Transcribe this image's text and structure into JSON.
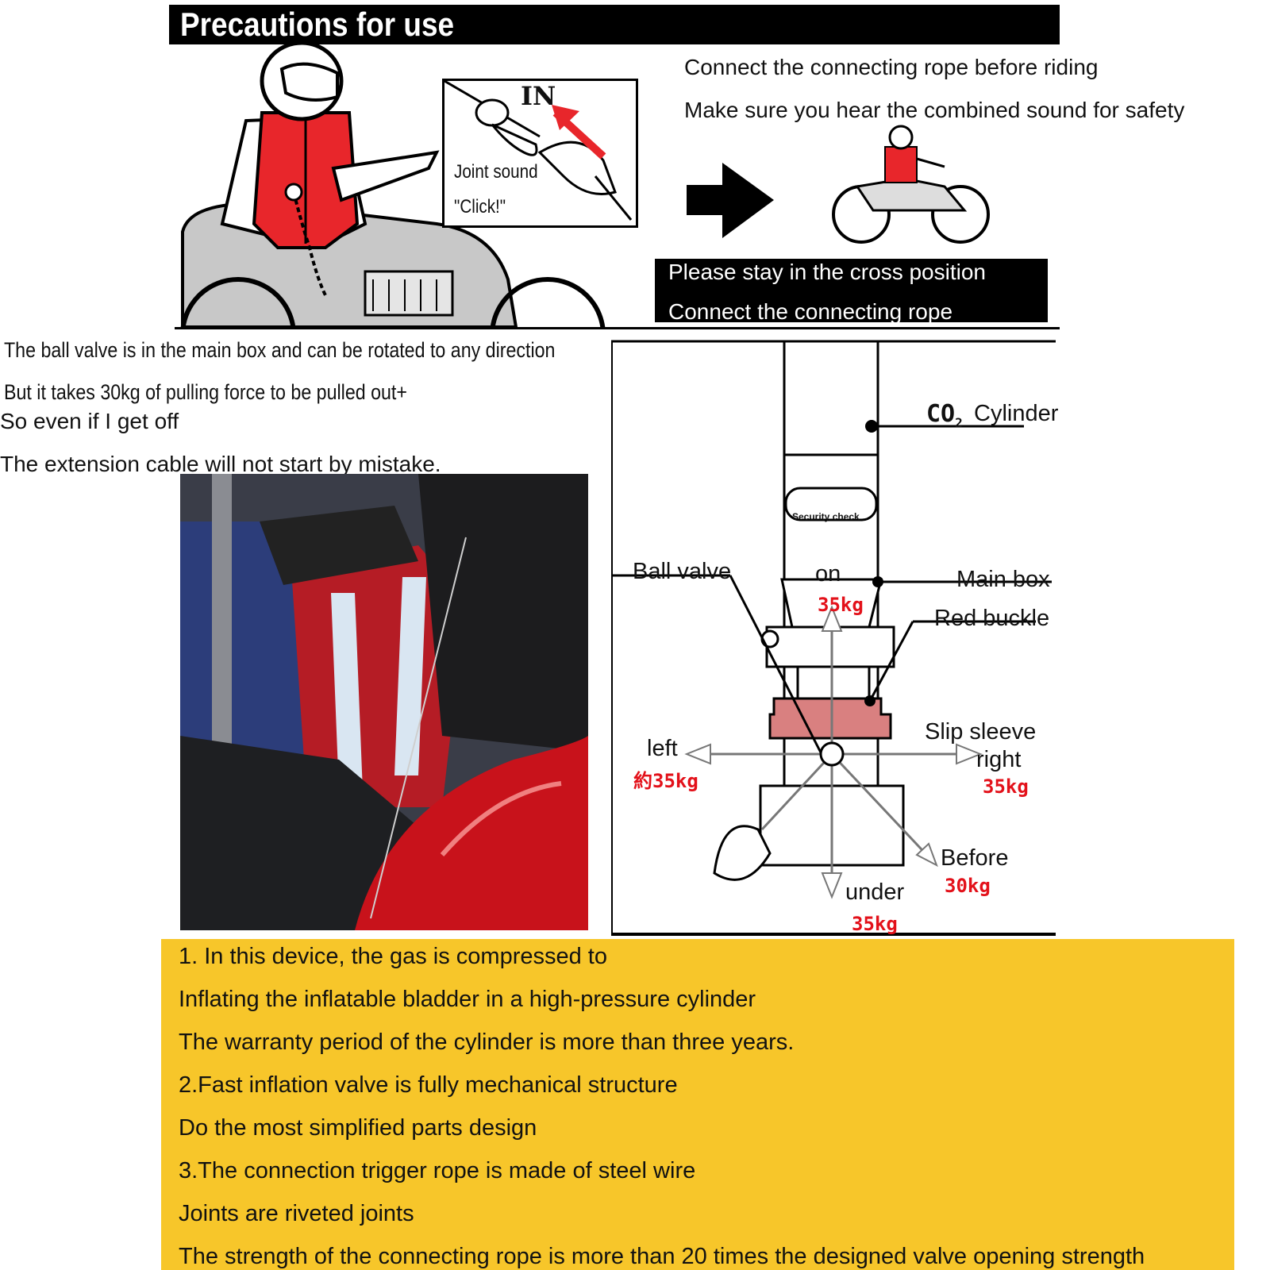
{
  "title": "Precautions for use",
  "top_right": {
    "line1": "Connect the connecting rope before riding",
    "line2": "Make sure you hear the combined sound for safety"
  },
  "inset": {
    "in_label": "IN",
    "joint_sound": "Joint sound",
    "click": "\"Click!\""
  },
  "black_box": {
    "line1": "Please stay in the cross position",
    "line2": "Connect the connecting rope"
  },
  "left_text": {
    "line1": "The ball valve is in the main box and can be rotated to any direction",
    "line2": "But it takes 30kg of pulling force to be pulled out+",
    "line3": "So even if I get off",
    "line4": "The extension cable will not start by mistake."
  },
  "diagram": {
    "co2_prefix": "CO",
    "co2_sub": "2",
    "co2_suffix": "Cylinder",
    "security_check": "Security check",
    "ball_valve": "Ball valve",
    "on": "on",
    "on_force": "35kg",
    "main_box": "Main box",
    "red_buckle": "Red buckle",
    "slip_sleeve": "Slip sleeve",
    "left": "left",
    "left_force": "約35kg",
    "right": "right",
    "right_force": "35kg",
    "before": "Before",
    "before_force": "30kg",
    "under": "under",
    "under_force": "35kg"
  },
  "notes": [
    "1. In this device, the gas is compressed to",
    "Inflating the inflatable bladder in a high-pressure cylinder",
    "The warranty period of the cylinder is more than three years.",
    "2.Fast inflation valve is fully mechanical structure",
    "Do the most simplified parts design",
    "3.The connection trigger rope is made of steel wire",
    "Joints are riveted joints",
    "The strength of the connecting rope is more than 20 times the designed valve opening strength"
  ],
  "colors": {
    "vest_red": "#e8262b",
    "panel_yellow": "#f7c62a",
    "force_red": "#e3111a",
    "buckle_pink": "#d98080"
  }
}
